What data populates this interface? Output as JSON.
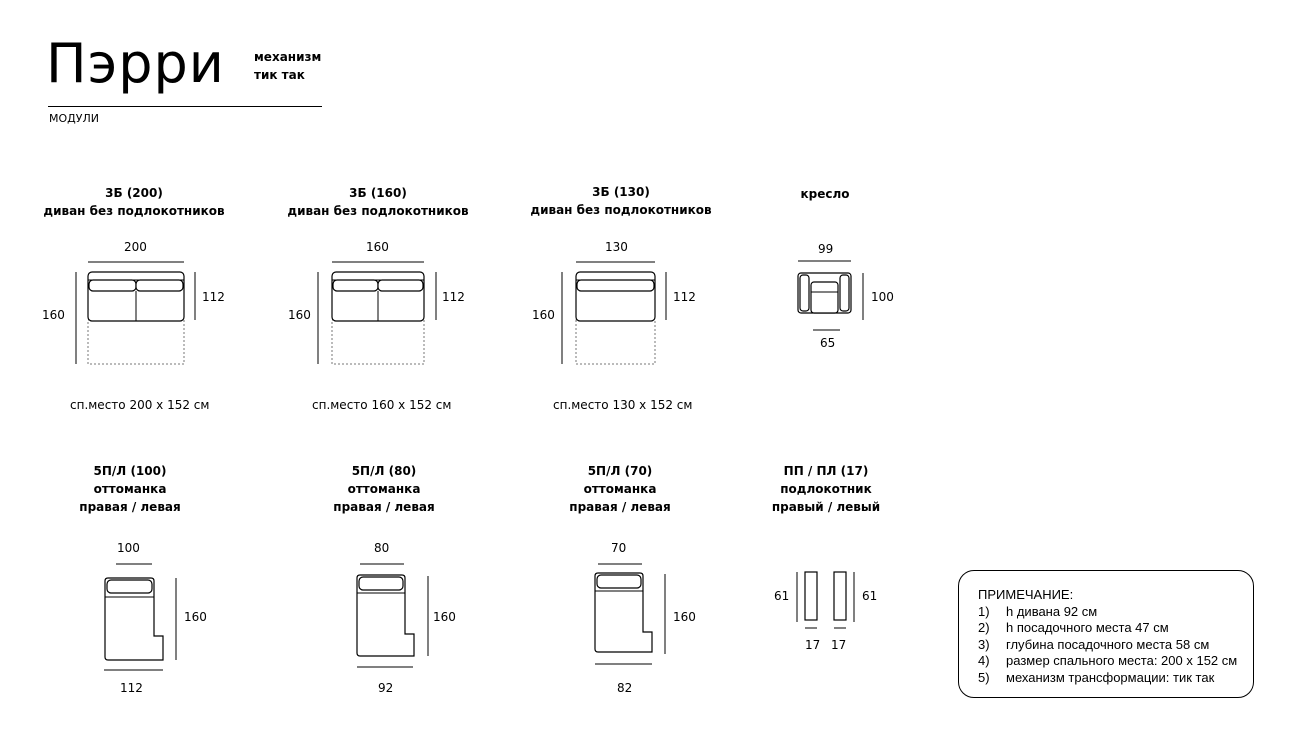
{
  "header": {
    "title": "Пэрри",
    "mechanism_line1": "механизм",
    "mechanism_line2": "тик так",
    "subtitle": "МОДУЛИ"
  },
  "modules_top": [
    {
      "code": "3Б (200)",
      "name": "диван без подлокотников",
      "width": "200",
      "depth": "160",
      "height": "112",
      "sleep": "сп.место 200 х 152 см"
    },
    {
      "code": "3Б (160)",
      "name": "диван без подлокотников",
      "width": "160",
      "depth": "160",
      "height": "112",
      "sleep": "сп.место 160 х 152 см"
    },
    {
      "code": "3Б (130)",
      "name": "диван без подлокотников",
      "width": "130",
      "depth": "160",
      "height": "112",
      "sleep": "сп.место 130 х 152 см"
    },
    {
      "code": "кресло",
      "width": "99",
      "height": "100",
      "seat": "65"
    }
  ],
  "modules_bottom": [
    {
      "code": "5П/Л (100)",
      "name": "оттоманка",
      "side": "правая / левая",
      "top": "100",
      "length": "160",
      "bottom": "112"
    },
    {
      "code": "5П/Л (80)",
      "name": "оттоманка",
      "side": "правая / левая",
      "top": "80",
      "length": "160",
      "bottom": "92"
    },
    {
      "code": "5П/Л (70)",
      "name": "оттоманка",
      "side": "правая / левая",
      "top": "70",
      "length": "160",
      "bottom": "82"
    },
    {
      "code": "ПП / ПЛ (17)",
      "name": "подлокотник",
      "side": "правый / левый",
      "left_h": "61",
      "right_h": "61",
      "left_w": "17",
      "right_w": "17"
    }
  ],
  "note": {
    "title": "ПРИМЕЧАНИЕ:",
    "items": [
      {
        "num": "1)",
        "text": "h дивана 92 см"
      },
      {
        "num": "2)",
        "text": "h посадочного места 47 см"
      },
      {
        "num": "3)",
        "text": "глубина посадочного места 58 см"
      },
      {
        "num": "4)",
        "text": "размер спального места: 200 х 152 см"
      },
      {
        "num": "5)",
        "text": "механизм трансформации: тик так"
      }
    ]
  }
}
